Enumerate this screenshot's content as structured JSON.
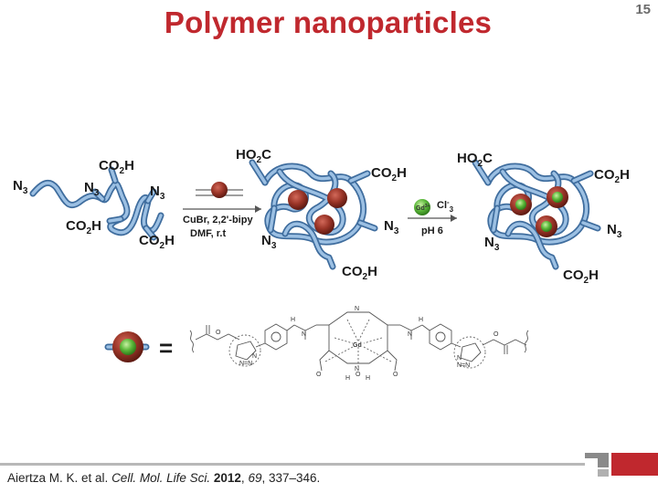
{
  "slide": {
    "title": "Polymer nanoparticles",
    "page_number": "15"
  },
  "scheme": {
    "linear_polymer": {
      "n3_left": "N",
      "n3_left_sub": "3",
      "co2h_top": "CO",
      "co2h_top_sub": "2",
      "co2h_top_tail": "H",
      "n3_mid": "N",
      "n3_mid_sub": "3",
      "n3_right": "N",
      "n3_right_sub": "3",
      "co2h_bottom_left": "CO",
      "co2h_bottom_left_sub": "2",
      "co2h_bottom_left_tail": "H",
      "co2h_bottom_right": "CO",
      "co2h_bottom_right_sub": "2",
      "co2h_bottom_right_tail": "H"
    },
    "step1": {
      "conditions_line1": "CuBr, 2,2'-bipy",
      "conditions_line2": "DMF, r.t"
    },
    "nanoparticle1": {
      "ho2c": "HO",
      "ho2c_sub": "2",
      "ho2c_tail": "C",
      "co2h_right": "CO",
      "co2h_right_sub": "2",
      "co2h_right_tail": "H",
      "n3_right": "N",
      "n3_right_sub": "3",
      "n3_left": "N",
      "n3_left_sub": "3",
      "co2h_bottom": "CO",
      "co2h_bottom_sub": "2",
      "co2h_bottom_tail": "H"
    },
    "step2": {
      "reagent_gd": "Gd",
      "reagent_gd_sup": "3+",
      "reagent_cl": "Cl",
      "reagent_cl_sup": "-",
      "reagent_cl_sub": "3",
      "conditions": "pH 6"
    },
    "nanoparticle2": {
      "ho2c": "HO",
      "ho2c_sub": "2",
      "ho2c_tail": "C",
      "co2h_right": "CO",
      "co2h_right_sub": "2",
      "co2h_right_tail": "H",
      "n3_right": "N",
      "n3_right_sub": "3",
      "n3_left": "N",
      "n3_left_sub": "3",
      "co2h_bottom": "CO",
      "co2h_bottom_sub": "2",
      "co2h_bottom_tail": "H"
    },
    "legend": {
      "equals": "=",
      "structure_atoms": {
        "nh_left": "H",
        "n_left": "N",
        "n_macro_top": "N",
        "n_macro_bottom": "N",
        "n_right": "N",
        "nh_right": "H",
        "gd": "Gd",
        "o_water": "O",
        "h_water_left": "H",
        "h_water_right": "H",
        "triazole_left": "N",
        "triazole_left2": "N=N",
        "triazole_right": "N",
        "triazole_right2": "N=N",
        "o_ester_left": "O",
        "o_ester_right": "O",
        "o_carbonyl_left": "O",
        "o_carbonyl_right": "O"
      }
    }
  },
  "citation": {
    "authors": "Aiertza M. K. et al.",
    "journal": "Cell. Mol. Life Sci.",
    "year": "2012",
    "volume": "69",
    "pages": ", 337–346."
  },
  "colors": {
    "title": "#c0282e",
    "polymer_fill": "#8fb5dc",
    "polymer_stroke": "#3f6d9e",
    "bead_red": "#8e2f24",
    "bead_green": "#58b03a",
    "footer_red": "#c0282e"
  }
}
